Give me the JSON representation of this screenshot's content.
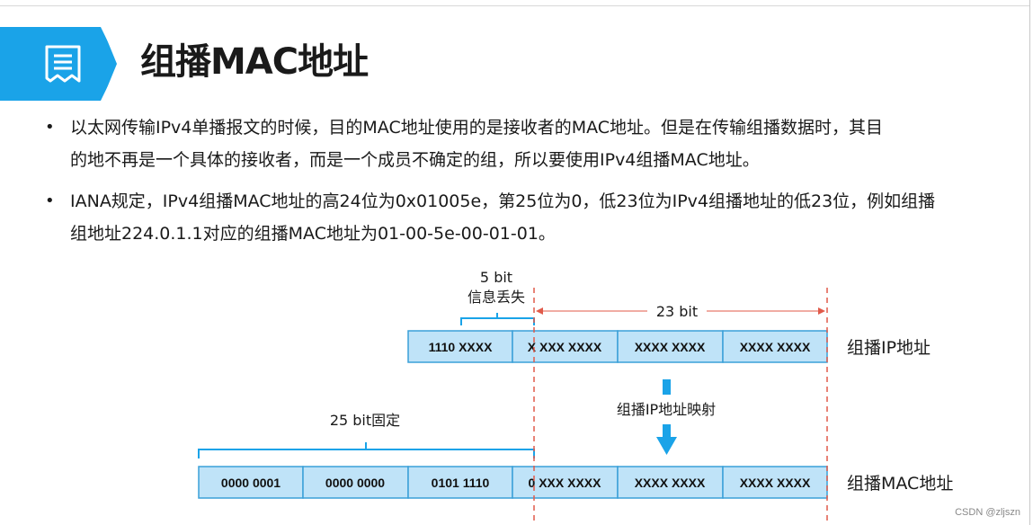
{
  "slide": {
    "title": "组播MAC地址",
    "header_icon": "document-icon"
  },
  "bullets": [
    {
      "lines": [
        "以太网传输IPv4单播报文的时候，目的MAC地址使用的是接收者的MAC地址。但是在传输组播数据时，其目",
        "的地不再是一个具体的接收者，而是一个成员不确定的组，所以要使用IPv4组播MAC地址。"
      ]
    },
    {
      "lines": [
        "IANA规定，IPv4组播MAC地址的高24位为0x01005e，第25位为0，低23位为IPv4组播地址的低23位，例如组播",
        "组地址224.0.1.1对应的组播MAC地址为01-00-5e-00-01-01。"
      ]
    }
  ],
  "diagram": {
    "ip_row": {
      "label": "组播IP地址",
      "cells": [
        "1110 XXXX",
        "X XXX XXXX",
        "XXXX XXXX",
        "XXXX XXXX"
      ]
    },
    "mac_row": {
      "label": "组播MAC地址",
      "cells": [
        "0000 0001",
        "0000 0000",
        "0101 1110",
        "0 XXX XXXX",
        "XXXX XXXX",
        "XXXX XXXX"
      ]
    },
    "lost_bits": "5 bit",
    "lost_text": "信息丢失",
    "mapped_bits": "23 bit",
    "fixed_bits": "25 bit固定",
    "mapping_text": "组播IP地址映射"
  },
  "colors": {
    "banner": "#1aa3e8",
    "box_fill": "#bfe3f8",
    "box_border": "#3aa0d8",
    "arrow": "#1aa3e8",
    "dashed": "#e05a4a"
  },
  "watermark": "CSDN @zljszn"
}
